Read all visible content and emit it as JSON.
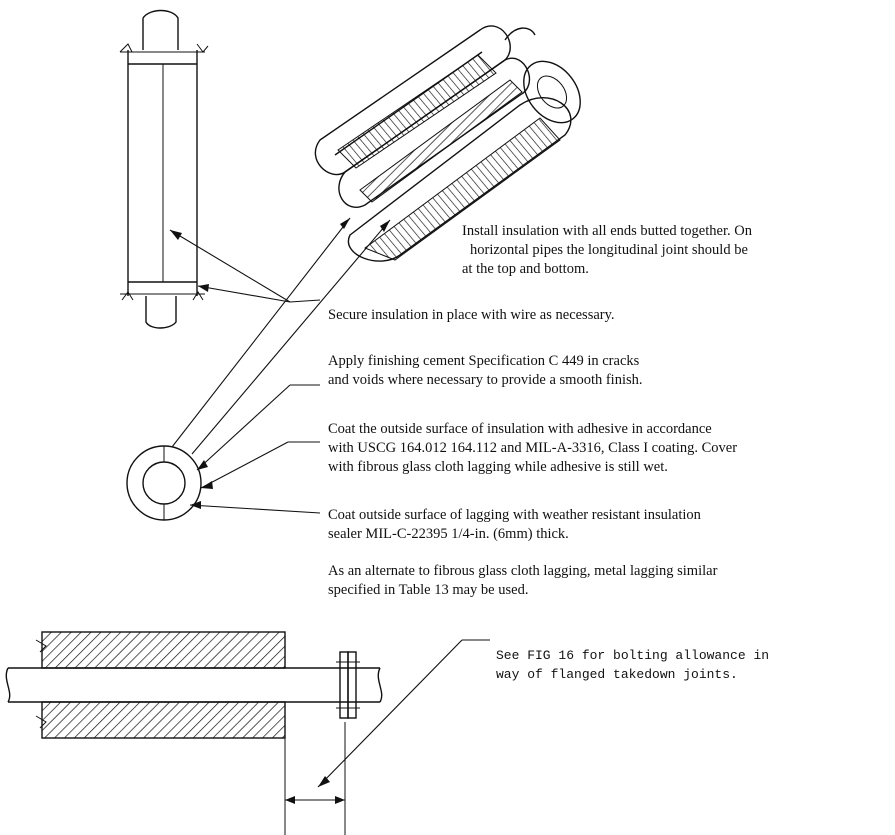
{
  "notes": {
    "install": [
      "Install insulation with all ends butted  together. On",
      "horizontal pipes the longitudinal joint should   be",
      "at the top and bottom."
    ],
    "secure": [
      "Secure insulation in place with wire as necessary."
    ],
    "cement": [
      "Apply finishing cement Specification C 449 in cracks",
      "and voids where necessary to provide a smooth finish."
    ],
    "coat_adhesive": [
      "Coat the outside surface of insulation with adhesive in accordance",
      "with USCG 164.012 164.112 and MIL-A-3316, Class I coating. Cover",
      "with fibrous glass cloth lagging while adhesive is still wet."
    ],
    "coat_lagging": [
      "Coat outside surface of lagging with weather resistant insulation",
      "sealer MIL-C-22395 1/4-in. (6mm) thick."
    ],
    "alternate": [
      "As an alternate to fibrous glass cloth lagging, metal lagging similar",
      "specified in Table 13 may  be used."
    ],
    "bolting": [
      "See FIG 16 for bolting allowance in",
      "way of flanged takedown joints."
    ]
  }
}
